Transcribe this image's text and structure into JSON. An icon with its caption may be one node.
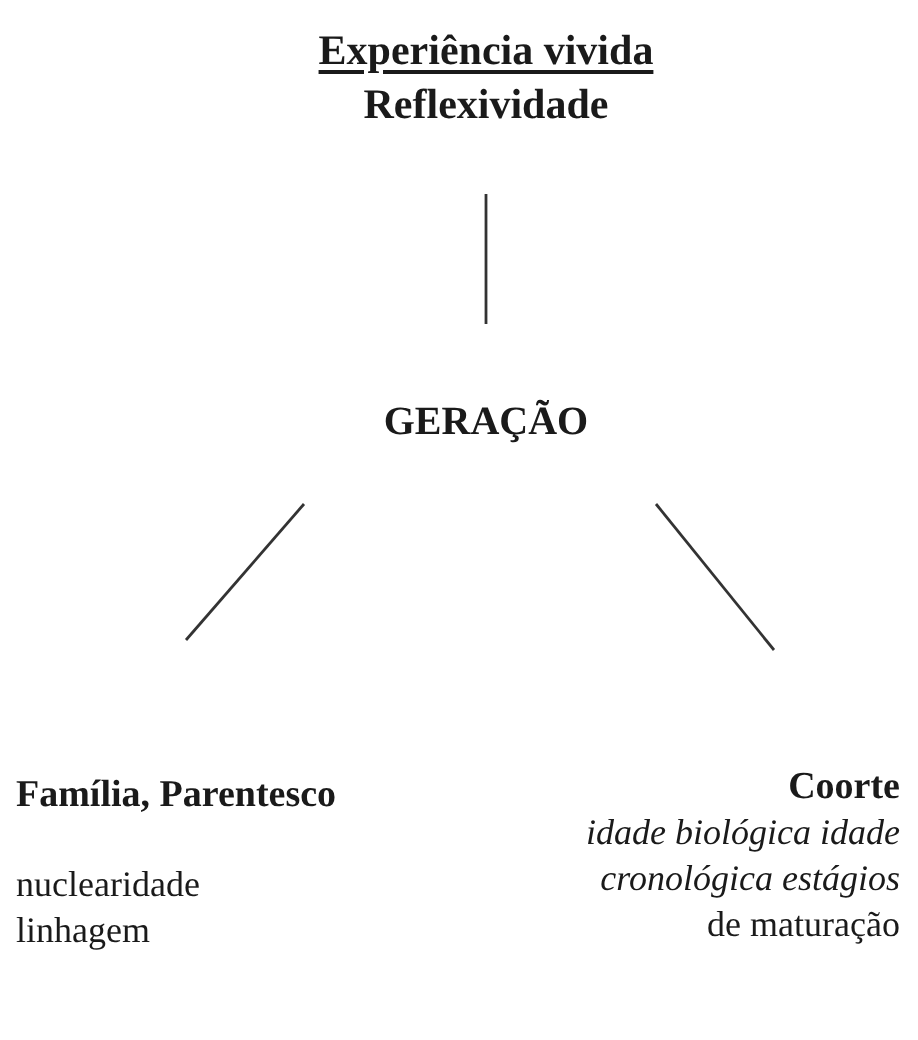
{
  "diagram": {
    "nodes": [
      {
        "text": [
          "Experiência vivida",
          "Reflexividade"
        ]
      },
      {
        "text": [
          "GERAÇÃO"
        ]
      },
      {
        "text": [
          "Família, Parentesco",
          "nuclearidade linhagem"
        ]
      },
      {
        "text": [
          "Coorte",
          "*idade biológica idade cronológica estágios* de maturação"
        ]
      }
    ],
    "edges": [
      {
        "from": 0,
        "to": 1,
        "arrow": "none"
      },
      {
        "from": 1,
        "to": 2,
        "arrow": "none"
      },
      {
        "from": 1,
        "to": 3,
        "arrow": "none"
      }
    ]
  }
}
